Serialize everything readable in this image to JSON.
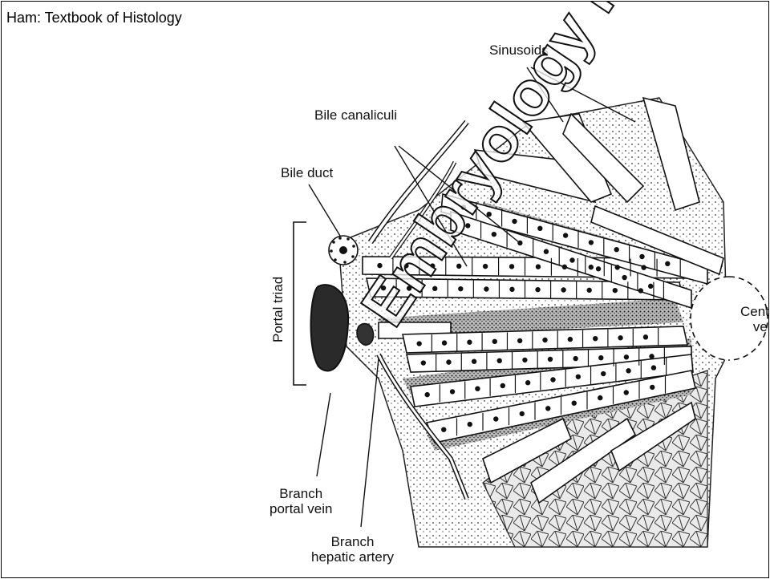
{
  "header": {
    "title": "Ham: Textbook of Histology"
  },
  "labels": {
    "sinusoids": "Sinusoids",
    "bile_canaliculi": "Bile canaliculi",
    "bile_duct": "Bile duct",
    "portal_triad": "Portal triad",
    "central_vein_line1": "Central",
    "central_vein_line2": "vein",
    "branch_portal_vein_line1": "Branch",
    "branch_portal_vein_line2": "portal vein",
    "branch_hepatic_artery_line1": "Branch",
    "branch_hepatic_artery_line2": "hepatic artery"
  },
  "watermark": {
    "text": "Embryology FM MU"
  }
}
